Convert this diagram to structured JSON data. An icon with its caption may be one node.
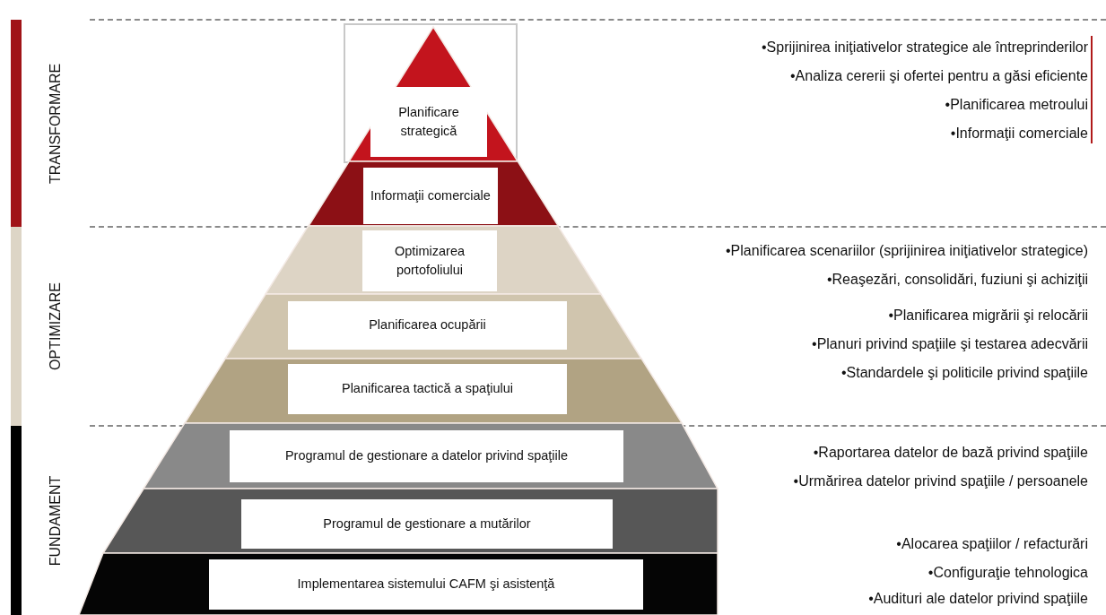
{
  "diagram": {
    "nodes": [
      {
        "text": [
          "TRANSFORMARE"
        ]
      },
      {
        "text": [
          "OPTIMIZARE"
        ]
      },
      {
        "text": [
          "FUNDAMENT"
        ]
      },
      {
        "text": [
          "Planificare strategică"
        ]
      },
      {
        "text": [
          "Informaţii comerciale"
        ]
      },
      {
        "text": [
          "Optimizarea portofoliului"
        ]
      },
      {
        "text": [
          "Planificarea ocupării"
        ]
      },
      {
        "text": [
          "Planificarea tactică a spaţiului"
        ]
      },
      {
        "text": [
          "Programul de gestionare a datelor privind spaţiile"
        ]
      },
      {
        "text": [
          "Programul de gestionare a mutărilor"
        ]
      },
      {
        "text": [
          "Implementarea sistemului CAFM şi asistenţă"
        ]
      }
    ],
    "edges": [],
    "labels": [
      "•Sprijinirea iniţiativelor strategice ale întreprinderilor",
      "•Analiza cererii şi ofertei pentru a găsi eficiente",
      "•Planificarea metroului",
      "•Informaţii comerciale",
      "•Planificarea scenariilor (sprijinirea iniţiativelor strategice)",
      "•Reaşezări, consolidări, fuziuni şi achiziţii",
      "•Planificarea migrării şi relocării",
      "•Planuri privind spaţiile şi testarea adecvării",
      "•Standardele şi politicile privind spaţiile",
      "•Raportarea datelor de bază privind spaţiile",
      "•Urmărirea datelor privind spaţiile / persoanele",
      "•Alocarea spaţiilor / refacturări",
      "•Configuraţie tehnologica",
      "•Audituri ale datelor privind spaţiile"
    ]
  }
}
